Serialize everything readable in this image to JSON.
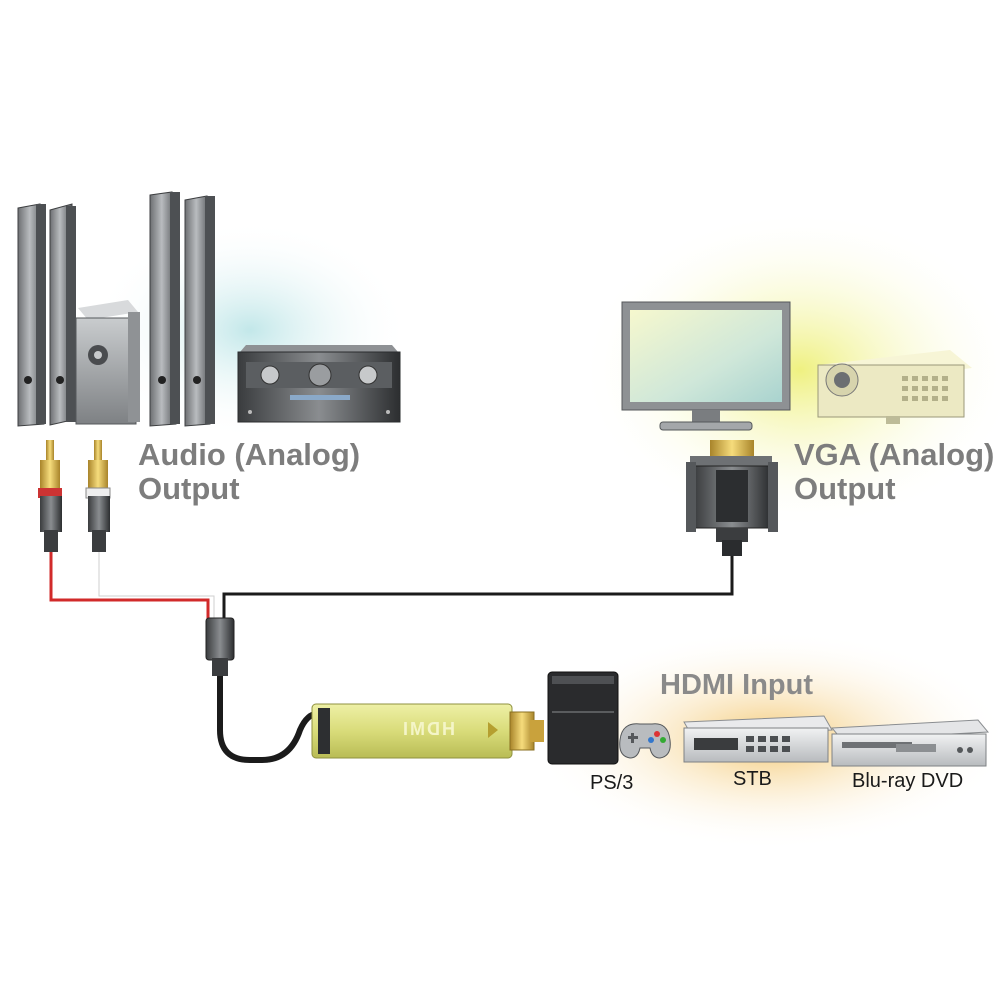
{
  "labels": {
    "audio_line1": "Audio (Analog)",
    "audio_line2": "Output",
    "vga_line1": "VGA (Analog)",
    "vga_line2": "Output",
    "hdmi_input": "HDMI Input",
    "adapter_logo": "HDMI"
  },
  "sources": {
    "ps3": "PS/3",
    "stb": "STB",
    "bluray": "Blu-ray DVD"
  },
  "colors": {
    "audio_glow": "#bfe6e8",
    "vga_glow": "#eef07a",
    "hdmi_glow": "#f3c56a",
    "cable_red": "#d12a2a",
    "cable_white": "#ffffff",
    "cable_black": "#1b1b1b",
    "adapter_body": "#d9dc7a"
  }
}
